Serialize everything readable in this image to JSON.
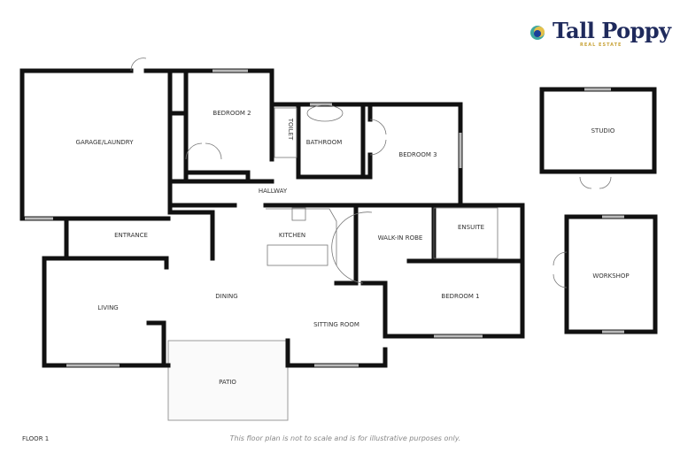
{
  "brand": {
    "name": "Tall Poppy",
    "tagline": "REAL ESTATE",
    "colors": {
      "navy": "#1f2a5c",
      "gold": "#c9a43a",
      "teal": "#3fa7a0",
      "blue": "#1b3f9a"
    }
  },
  "rooms": {
    "garage": "GARAGE/LAUNDRY",
    "bedroom2": "BEDROOM 2",
    "toilet": "TOILET",
    "bathroom": "BATHROOM",
    "bedroom3": "BEDROOM 3",
    "studio": "STUDIO",
    "hallway": "HALLWAY",
    "entrance": "ENTRANCE",
    "kitchen": "KITCHEN",
    "walkin": "WALK-IN ROBE",
    "ensuite": "ENSUITE",
    "workshop": "WORKSHOP",
    "living": "LIVING",
    "dining": "DINING",
    "bedroom1": "BEDROOM 1",
    "sitting": "SITTING ROOM",
    "patio": "PATIO"
  },
  "footer": {
    "floor": "FLOOR 1",
    "note": "This floor plan is not to scale and is for illustrative purposes only."
  }
}
